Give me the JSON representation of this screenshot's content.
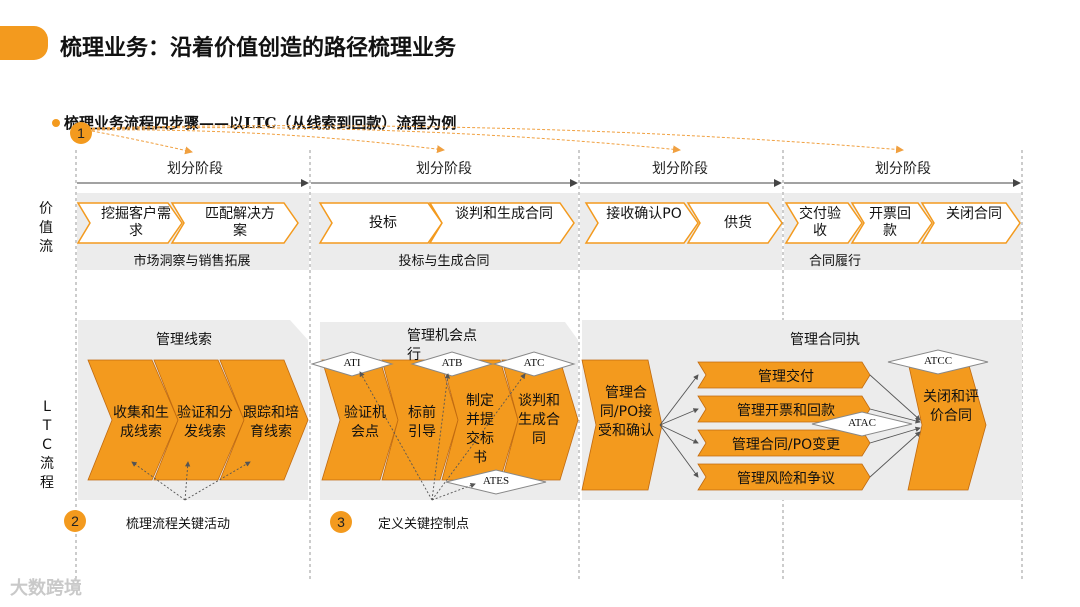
{
  "title": "梳理业务：沿着价值创造的路径梳理业务",
  "subtitle": "梳理业务流程四步骤——以LTC（从线索到回款）流程为例",
  "badges": {
    "one": "1",
    "two": "2",
    "three": "3"
  },
  "phase_label": "划分阶段",
  "row_labels": {
    "value_stream": "价值流",
    "ltc": "L T C 流程"
  },
  "value_stream": {
    "stages": [
      {
        "label": "市场洞察与销售拓展",
        "items": [
          "挖掘客户需求",
          "匹配解决方案"
        ]
      },
      {
        "label": "投标与生成合同",
        "items": [
          "投标",
          "谈判和生成合同"
        ]
      },
      {
        "label": "",
        "items": [
          "接收确认PO",
          "供货"
        ]
      },
      {
        "label": "合同履行",
        "items": [
          "交付验收",
          "开票回款",
          "关闭合同"
        ]
      }
    ]
  },
  "ltc": {
    "leads": {
      "title": "管理线索",
      "steps": [
        "收集和生成线索",
        "验证和分发线索",
        "跟踪和培育线索"
      ]
    },
    "opportunity": {
      "title": "管理机会点",
      "title_extra": "行",
      "steps": [
        "验证机会点",
        "标前引导",
        "制定并提交标书",
        "谈判和生成合同"
      ]
    },
    "contract": {
      "title": "管理合同执",
      "receive": "管理合同/PO接受和确认",
      "bars": [
        "管理交付",
        "管理开票和回款",
        "管理合同/PO变更",
        "管理风险和争议"
      ],
      "close": "关闭和评价合同"
    },
    "control_points": [
      "ATI",
      "ATB",
      "ATC",
      "ATES",
      "ATAC",
      "ATCC"
    ]
  },
  "legend": {
    "two": "梳理流程关键活动",
    "three": "定义关键控制点"
  },
  "watermark": "大数跨境",
  "colors": {
    "accent": "#f39a1e",
    "dashed_arrow": "#f0a040",
    "band": "#ececec"
  }
}
